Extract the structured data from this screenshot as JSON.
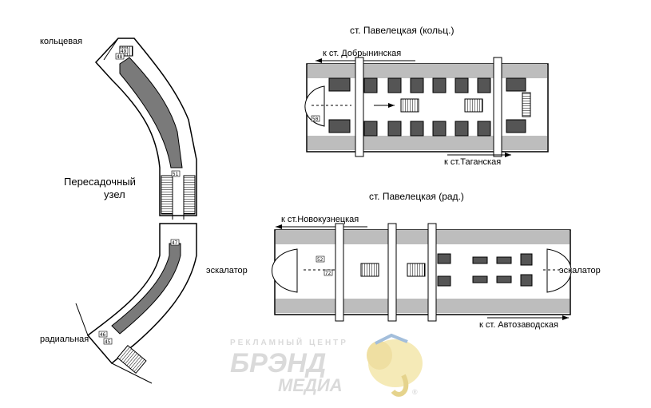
{
  "left_scheme": {
    "ring_label": "кольцевая",
    "radial_label": "радиальная",
    "hub_label_line1": "Пересадочный",
    "hub_label_line2": "узел",
    "car_numbers": {
      "top_a": "49",
      "top_b": "48",
      "mid_top": "51",
      "mid_bottom": "47",
      "bottom_a": "46",
      "bottom_b": "45"
    }
  },
  "ring_station": {
    "title": "ст. Павелецкая (кольц.)",
    "to_north": "к ст. Добрынинская",
    "to_south": "к ст.Таганская",
    "car_number": "50"
  },
  "radial_station": {
    "title": "ст. Павелецкая (рад.)",
    "to_north": "к ст.Новокузнецкая",
    "to_south": "к ст. Автозаводская",
    "escalator_left": "эскалатор",
    "escalator_right": "эскалатор",
    "car_numbers": {
      "a": "52",
      "b": "72"
    }
  },
  "watermark": {
    "line1": "РЕКЛАМНЫЙ ЦЕНТР",
    "line2": "БРЭНД",
    "line3": "МЕДИА",
    "mark": "®"
  }
}
